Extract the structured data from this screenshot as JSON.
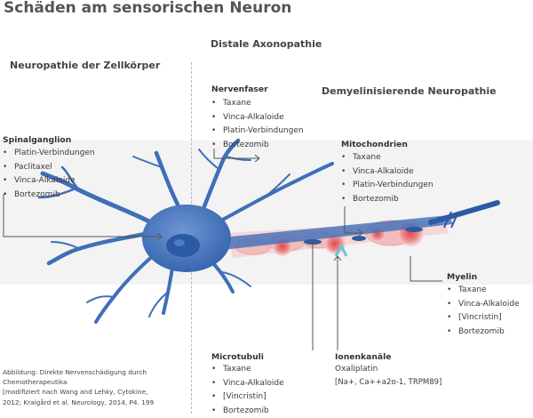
{
  "title": "Schäden am sensorischen Neuron",
  "headings": {
    "zellkoerper": "Neuropathie der Zellkörper",
    "distale": "Distale Axonopathie",
    "demyel": "Demyelinisierende Neuropathie"
  },
  "bullet": "•",
  "nervenfaser": {
    "title": "Nervenfaser",
    "items": [
      "Taxane",
      "Vinca-Alkaloide",
      "Platin-Verbindungen",
      "Bortezomib"
    ]
  },
  "spinalganglion": {
    "title": "Spinalganglion",
    "items": [
      "Platin-Verbindungen",
      "Paclitaxel",
      "Vinca-Alkaloide",
      "Bortezomib"
    ]
  },
  "mitochondrien": {
    "title": "Mitochondrien",
    "items": [
      "Taxane",
      "Vinca-Alkaloide",
      "Platin-Verbindungen",
      "Bortezomib"
    ]
  },
  "myelin": {
    "title": "Myelin",
    "items": [
      "Taxane",
      "Vinca-Alkaloide",
      "[Vincristin]",
      "Bortezomib"
    ]
  },
  "microtubuli": {
    "title": "Microtubuli",
    "items": [
      "Taxane",
      "Vinca-Alkaloide",
      "[Vincristin]",
      "Bortezomib"
    ]
  },
  "ionenkanaele": {
    "title": "Ionenkanäle",
    "lines": [
      "Oxaliplatin",
      "[Na+, Ca++a2o-1, TRPM89]"
    ]
  },
  "caption": [
    "Abbildung: Direkte Nervenschädigung durch",
    "Chemotherapeutika",
    "[modifiziert nach Wang and Lehky, Cytokine,",
    "2012; Kraigård et al. Neurology, 2014, P4. 199"
  ],
  "colors": {
    "neuron": "#3f6fb8",
    "neuron_dark": "#2d5aa5",
    "myelin_pink": "#f2c4c4",
    "mito_red": "#e65656",
    "band": "#f3f3f3"
  }
}
